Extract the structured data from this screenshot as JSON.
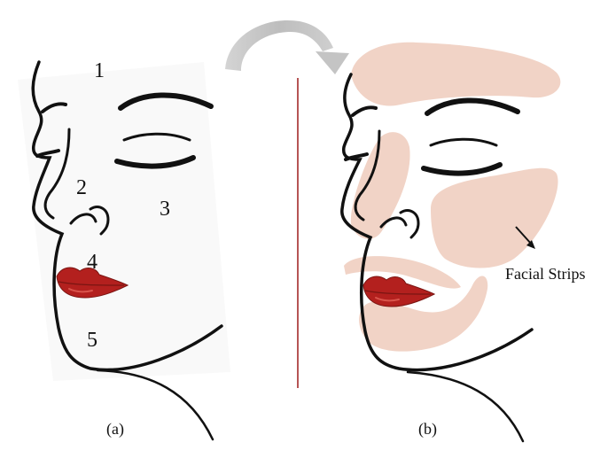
{
  "panel_a": {
    "caption": "(a)",
    "regions": [
      "1",
      "2",
      "3",
      "4",
      "5"
    ]
  },
  "panel_b": {
    "caption": "(b)",
    "annotation": "Facial Strips"
  },
  "colors": {
    "outline": "#111111",
    "lips": "#b3201e",
    "lip_highlight": "#d9544c",
    "strip": "#f1d3c6",
    "divider": "#9e1b1b",
    "arrow": "#c8c8c8",
    "skin_shadow": "#f4f4f4"
  }
}
